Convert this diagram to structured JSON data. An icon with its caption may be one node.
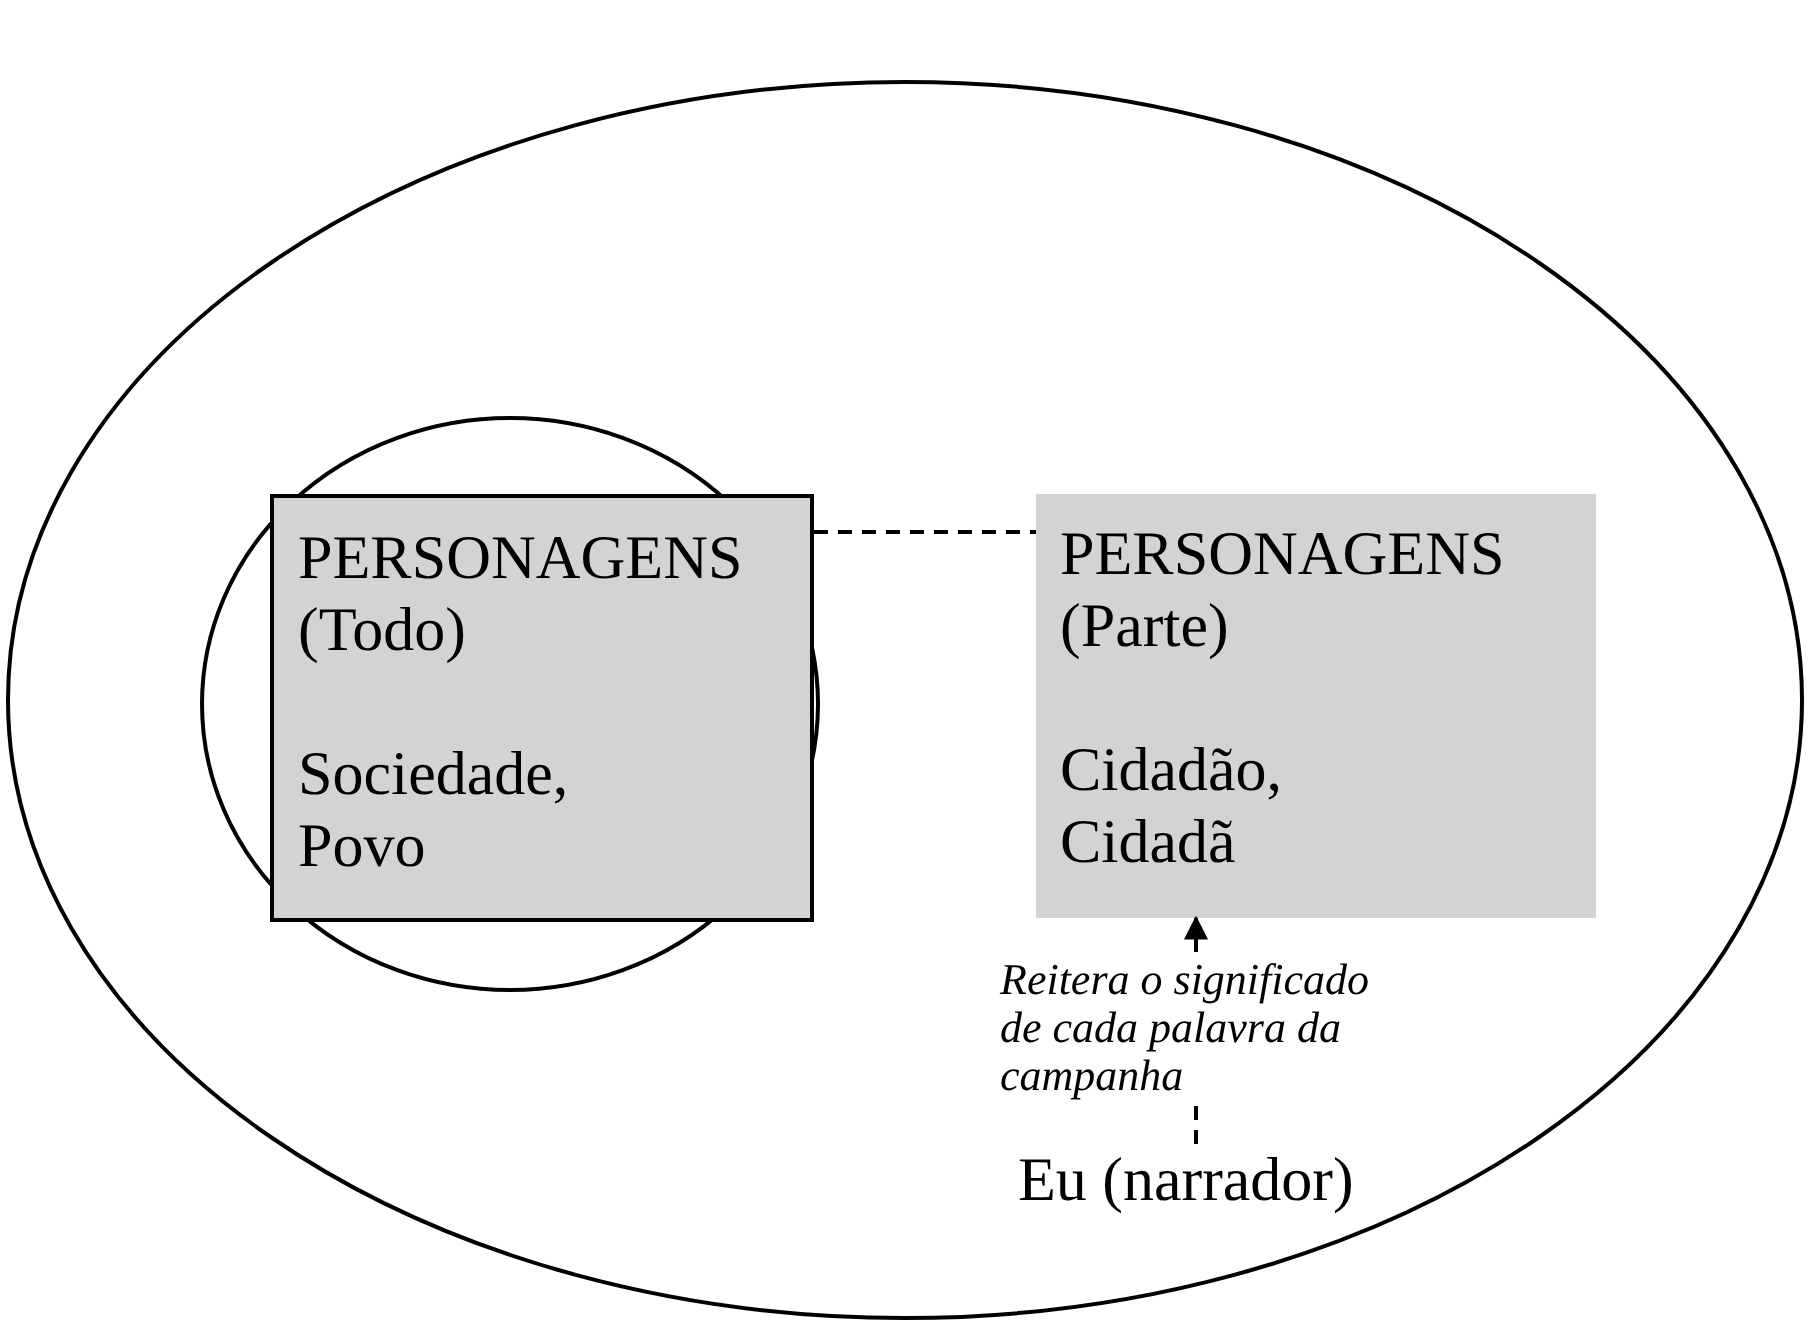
{
  "diagram": {
    "nodes": [
      {
        "text": [],
        "shape": "ellipse"
      },
      {
        "text": [],
        "shape": "ellipse",
        "in": 0
      },
      {
        "text": [
          "PERSONAGENS (Todo)",
          "Sociedade, Povo"
        ],
        "in": 1
      },
      {
        "text": [
          "PERSONAGENS (Parte)",
          "Cidadão, Cidadã"
        ],
        "in": 0
      },
      {
        "text": [
          "Eu (narrador)"
        ],
        "in": 0
      }
    ],
    "edges": [
      {
        "from": 2,
        "to": 3,
        "arrow": "none",
        "style": "dashed"
      },
      {
        "from": 4,
        "to": 3,
        "arrow": "to",
        "style": "dashed",
        "label": "Reitera o significado de cada palavra da campanha"
      }
    ]
  }
}
